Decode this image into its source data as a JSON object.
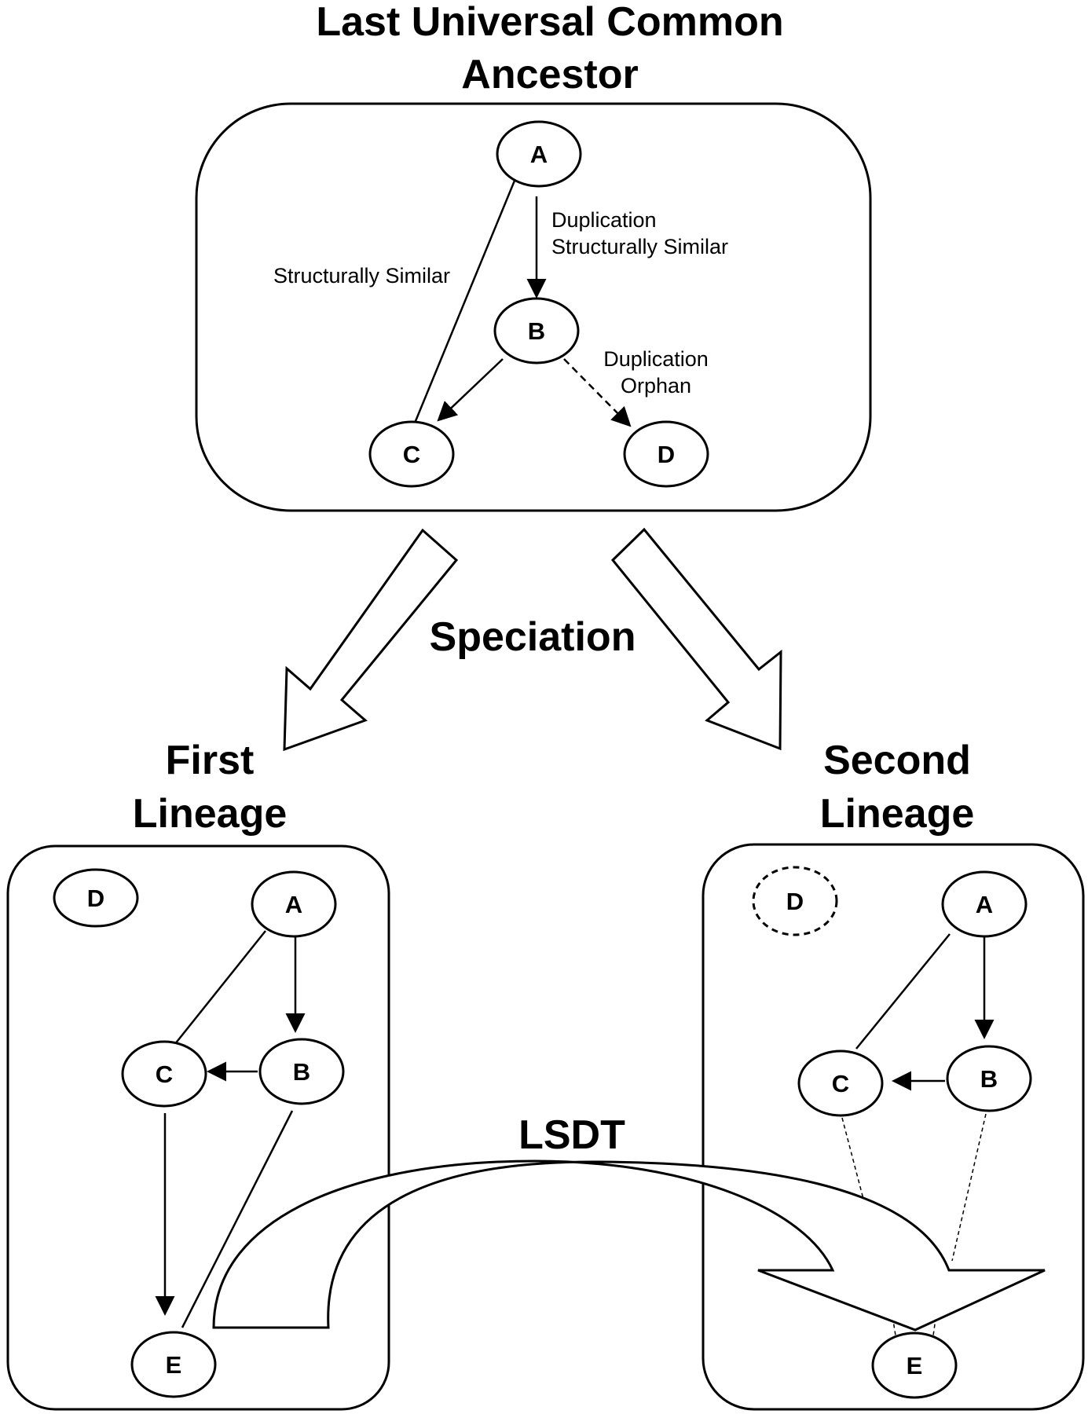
{
  "titles": {
    "luca": [
      "Last Universal Common",
      "Ancestor"
    ],
    "speciation": "Speciation",
    "first_lineage": [
      "First",
      "Lineage"
    ],
    "second_lineage": [
      "Second",
      "Lineage"
    ],
    "lsdt": "LSDT"
  },
  "luca": {
    "nodes": {
      "a": "A",
      "b": "B",
      "c": "C",
      "d": "D"
    },
    "edge_labels": {
      "a_c": "Structurally Similar",
      "a_b": [
        "Duplication",
        "Structurally Similar"
      ],
      "b_d": [
        "Duplication",
        "Orphan"
      ]
    }
  },
  "first_lineage": {
    "nodes": {
      "a": "A",
      "b": "B",
      "c": "C",
      "d": "D",
      "e": "E"
    }
  },
  "second_lineage": {
    "nodes": {
      "a": "A",
      "b": "B",
      "c": "C",
      "d": "D",
      "e": "E"
    }
  }
}
